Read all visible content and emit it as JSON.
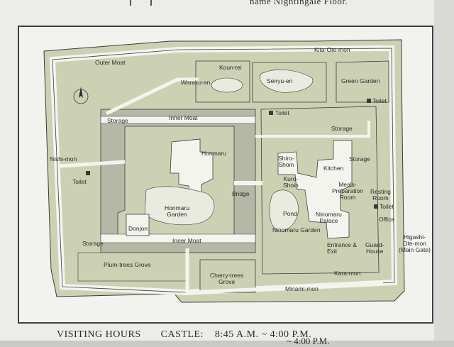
{
  "header": {
    "fragment": "name Nightingale Floor."
  },
  "map": {
    "labels": {
      "outer_moat": "Outer Moat",
      "kita_ote_mon": "Kita-Ote-mon",
      "koun_tei": "Koun-tei",
      "waraku_an": "Waraku-an",
      "seiryu_en": "Seiryu-en",
      "green_garden": "Green Garden",
      "toilet_ne": "Toilet",
      "toilet_center": "Toilet",
      "toilet_west": "Toilet",
      "toilet_east": "Toilet",
      "storage_nw": "Storage",
      "inner_moat_north": "Inner Moat",
      "storage_center": "Storage",
      "nishi_mon": "Nishi-mon",
      "honmaru": "Honmaru",
      "shiro_shoin": "Shiro-\nShoin",
      "kitchen": "Kitchen",
      "storage_east": "Storage",
      "kuro_shoin": "Kuro-\nShoin",
      "meals_preparation_room": "Meals-\nPreparation\nRoom",
      "resting_room": "Resting\nRoom",
      "bridge": "Bridge",
      "honmaru_garden": "Honmaru\nGarden",
      "pond": "Pond",
      "ninomaru_palace": "Ninomaru\nPalace",
      "office": "Office",
      "donjon": "Donjon",
      "ninomaru_garden": "Ninomaru Garden",
      "storage_sw": "Storage",
      "inner_moat_south": "Inner Moat",
      "entrance_exit": "Entrance &\nExit",
      "guard_house": "Guard-\nHouse",
      "higashi_ote_mon": "Higashi-\nOte-mon\n(Main Gate)",
      "plum_trees_grove": "Plum-trees Grove",
      "cherry_trees_grove": "Cherry-trees\nGrove",
      "kara_mon": "Kara-mon",
      "minami_mon": "Minami-mon"
    },
    "compass_icon": "north-arrow-icon",
    "toilet_marker_icon": "square-marker-icon",
    "colors": {
      "grounds": "#cdd1b4",
      "moat": "#b4b9a6",
      "path": "#f4f4ef",
      "outline": "#3b3b3b"
    }
  },
  "footer": {
    "visiting_hours": "VISITING HOURS",
    "castle_label": "CASTLE:",
    "castle_hours": "8:45 A.M. ~ 4:00 P.M.",
    "second_line_fragment": "~ 4:00 P.M."
  }
}
